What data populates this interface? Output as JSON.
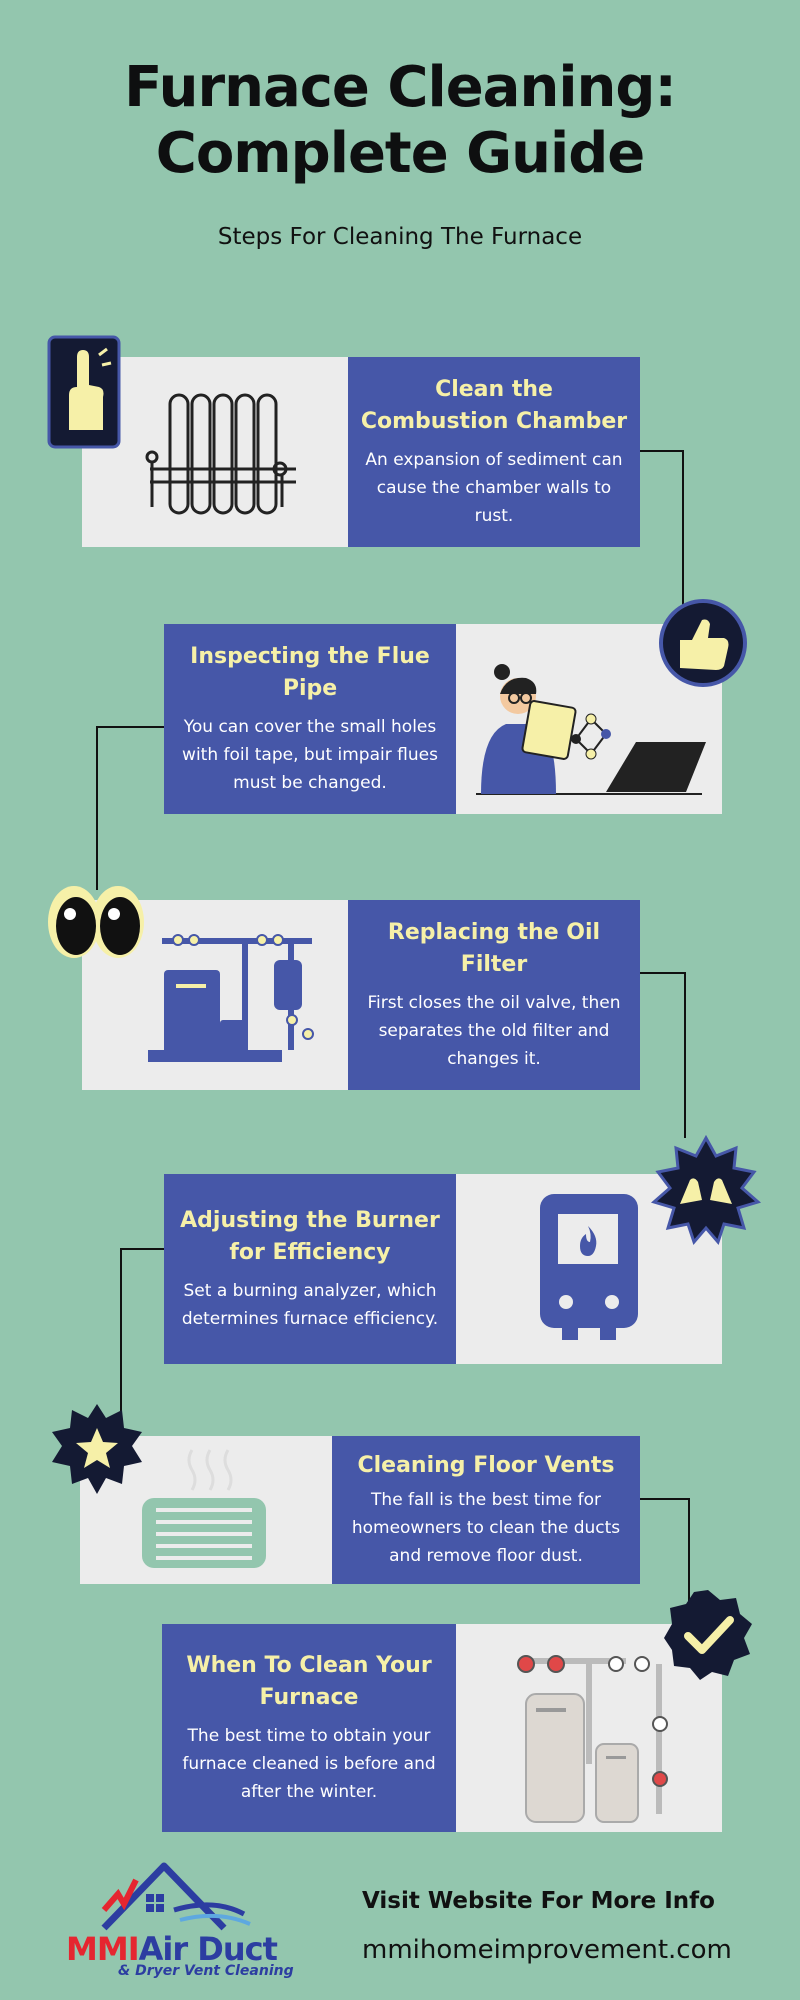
{
  "header": {
    "title_line1": "Furnace Cleaning:",
    "title_line2": "Complete Guide",
    "subtitle": "Steps For Cleaning The Furnace"
  },
  "steps": [
    {
      "title": "Clean the Combustion Chamber",
      "desc": "An expansion of sediment can cause the chamber walls to rust.",
      "illustration": "radiator-icon",
      "badge": "pointing-finger-icon"
    },
    {
      "title": "Inspecting the Flue Pipe",
      "desc": "You can cover the small holes with foil tape, but impair flues must be changed.",
      "illustration": "woman-with-clipboard-icon",
      "badge": "thumbs-up-icon"
    },
    {
      "title": "Replacing the Oil Filter",
      "desc": "First closes the oil valve, then separates the old filter and changes it.",
      "illustration": "boiler-piping-icon",
      "badge": "eyes-icon"
    },
    {
      "title": "Adjusting the Burner for Efficiency",
      "desc": "Set a burning analyzer, which determines furnace efficiency.",
      "illustration": "water-heater-flame-icon",
      "badge": "raised-hands-icon"
    },
    {
      "title": "Cleaning Floor Vents",
      "desc": "The fall is the best time for homeowners to clean the ducts and remove floor dust.",
      "illustration": "floor-vent-icon",
      "badge": "star-icon"
    },
    {
      "title": "When To Clean Your Furnace",
      "desc": "The best time to obtain your furnace cleaned is before and after the winter.",
      "illustration": "furnace-unit-icon",
      "badge": "checkmark-icon"
    }
  ],
  "footer": {
    "cta": "Visit Website For More Info",
    "url": "mmihomeimprovement.com",
    "logo_main_red": "MMI",
    "logo_main_blue": "Air Duct",
    "logo_sub": "& Dryer Vent Cleaning"
  },
  "colors": {
    "background": "#93c6ae",
    "card_blue": "#4657a8",
    "card_light": "#ececec",
    "title_yellow": "#f6f0a8",
    "badge_navy": "#141a33"
  }
}
